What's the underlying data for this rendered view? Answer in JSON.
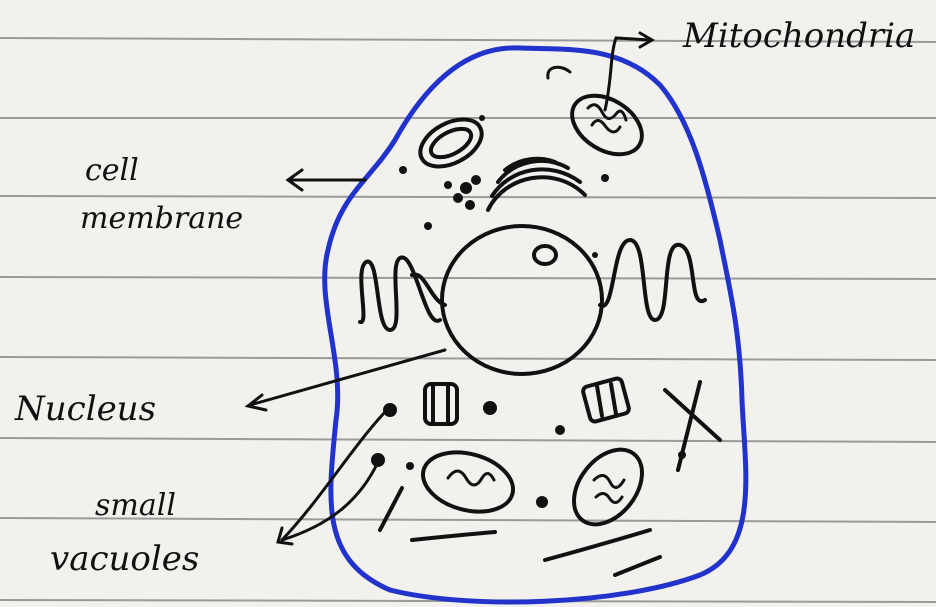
{
  "labels": {
    "mitochondria": "Mitochondria",
    "cell_membrane_line1": "cell",
    "cell_membrane_line2": "membrane",
    "nucleus": "Nucleus",
    "small_vacuoles_line1": "small",
    "small_vacuoles_line2": "vacuoles"
  },
  "colors": {
    "paper": "#f2f1ee",
    "ruled_line": "#9a9a9a",
    "ink": "#111111",
    "membrane": "#2233cc"
  }
}
